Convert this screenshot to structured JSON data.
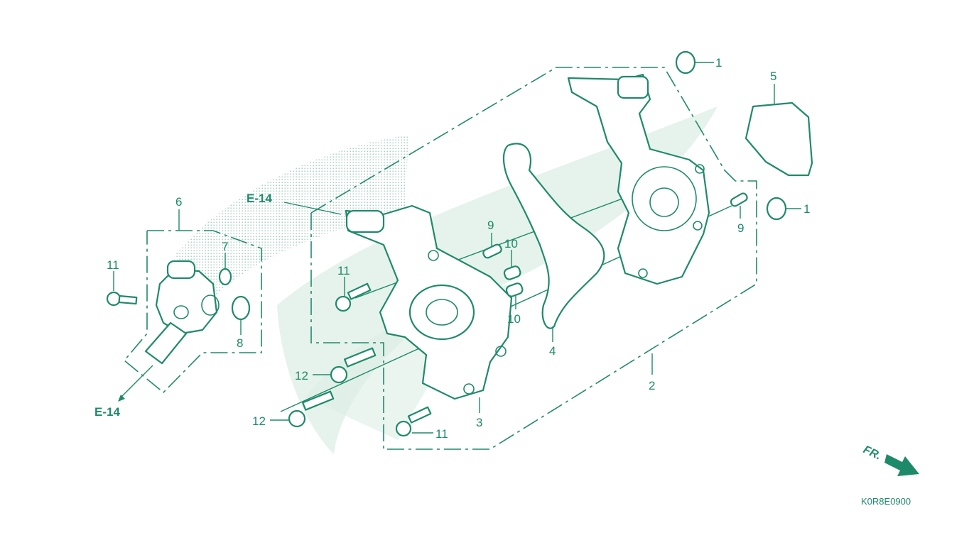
{
  "colors": {
    "line": "#1f8a6a",
    "watermark": "#dcefe6",
    "dots": "#9ec9b7",
    "background": "#ffffff"
  },
  "callouts": {
    "c1a": "1",
    "c1b": "1",
    "c2": "2",
    "c3": "3",
    "c4": "4",
    "c5": "5",
    "c6": "6",
    "c7": "7",
    "c8": "8",
    "c9a": "9",
    "c9b": "9",
    "c10a": "10",
    "c10b": "10",
    "c11a": "11",
    "c11b": "11",
    "c11c": "11",
    "c12a": "12",
    "c12b": "12"
  },
  "references": {
    "e14_top": "E-14",
    "e14_bottom": "E-14"
  },
  "front_indicator": {
    "label": "FR.",
    "icon": "front-arrow-icon"
  },
  "diagram_code": "K0R8E0900"
}
